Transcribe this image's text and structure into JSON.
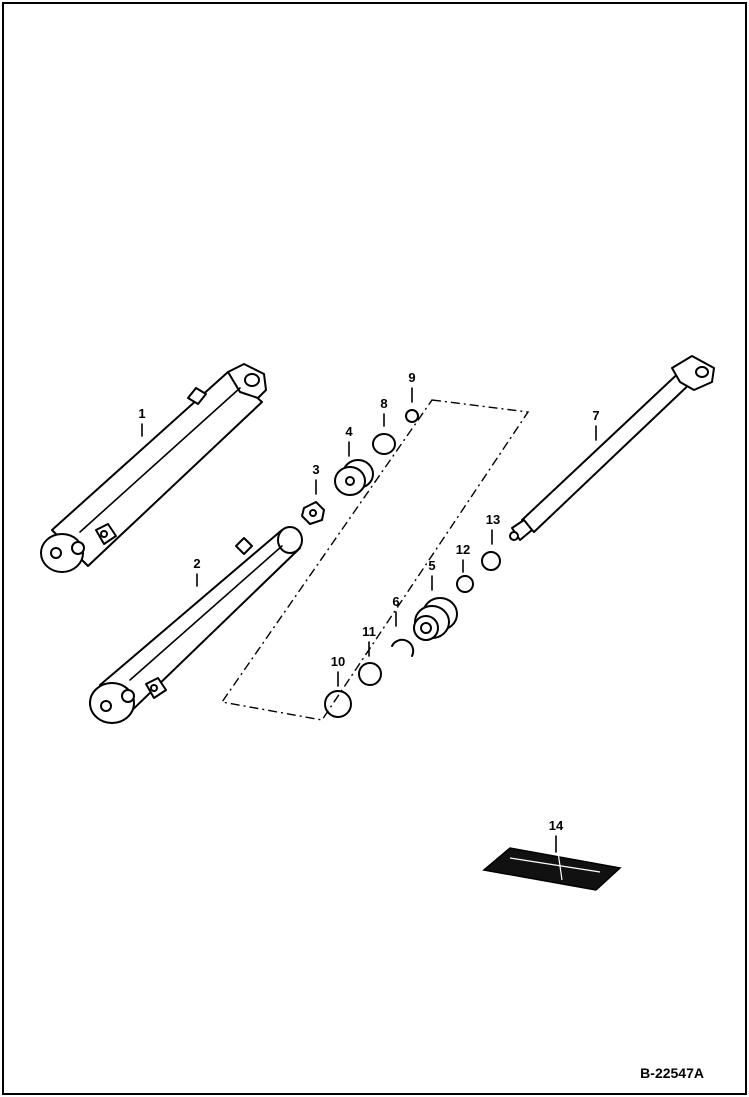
{
  "figure_id": "B-22547A",
  "callouts": [
    {
      "number": "1"
    },
    {
      "number": "2"
    },
    {
      "number": "3"
    },
    {
      "number": "4"
    },
    {
      "number": "5"
    },
    {
      "number": "6"
    },
    {
      "number": "7"
    },
    {
      "number": "8"
    },
    {
      "number": "9"
    },
    {
      "number": "10"
    },
    {
      "number": "11"
    },
    {
      "number": "12"
    },
    {
      "number": "13"
    },
    {
      "number": "14"
    }
  ]
}
